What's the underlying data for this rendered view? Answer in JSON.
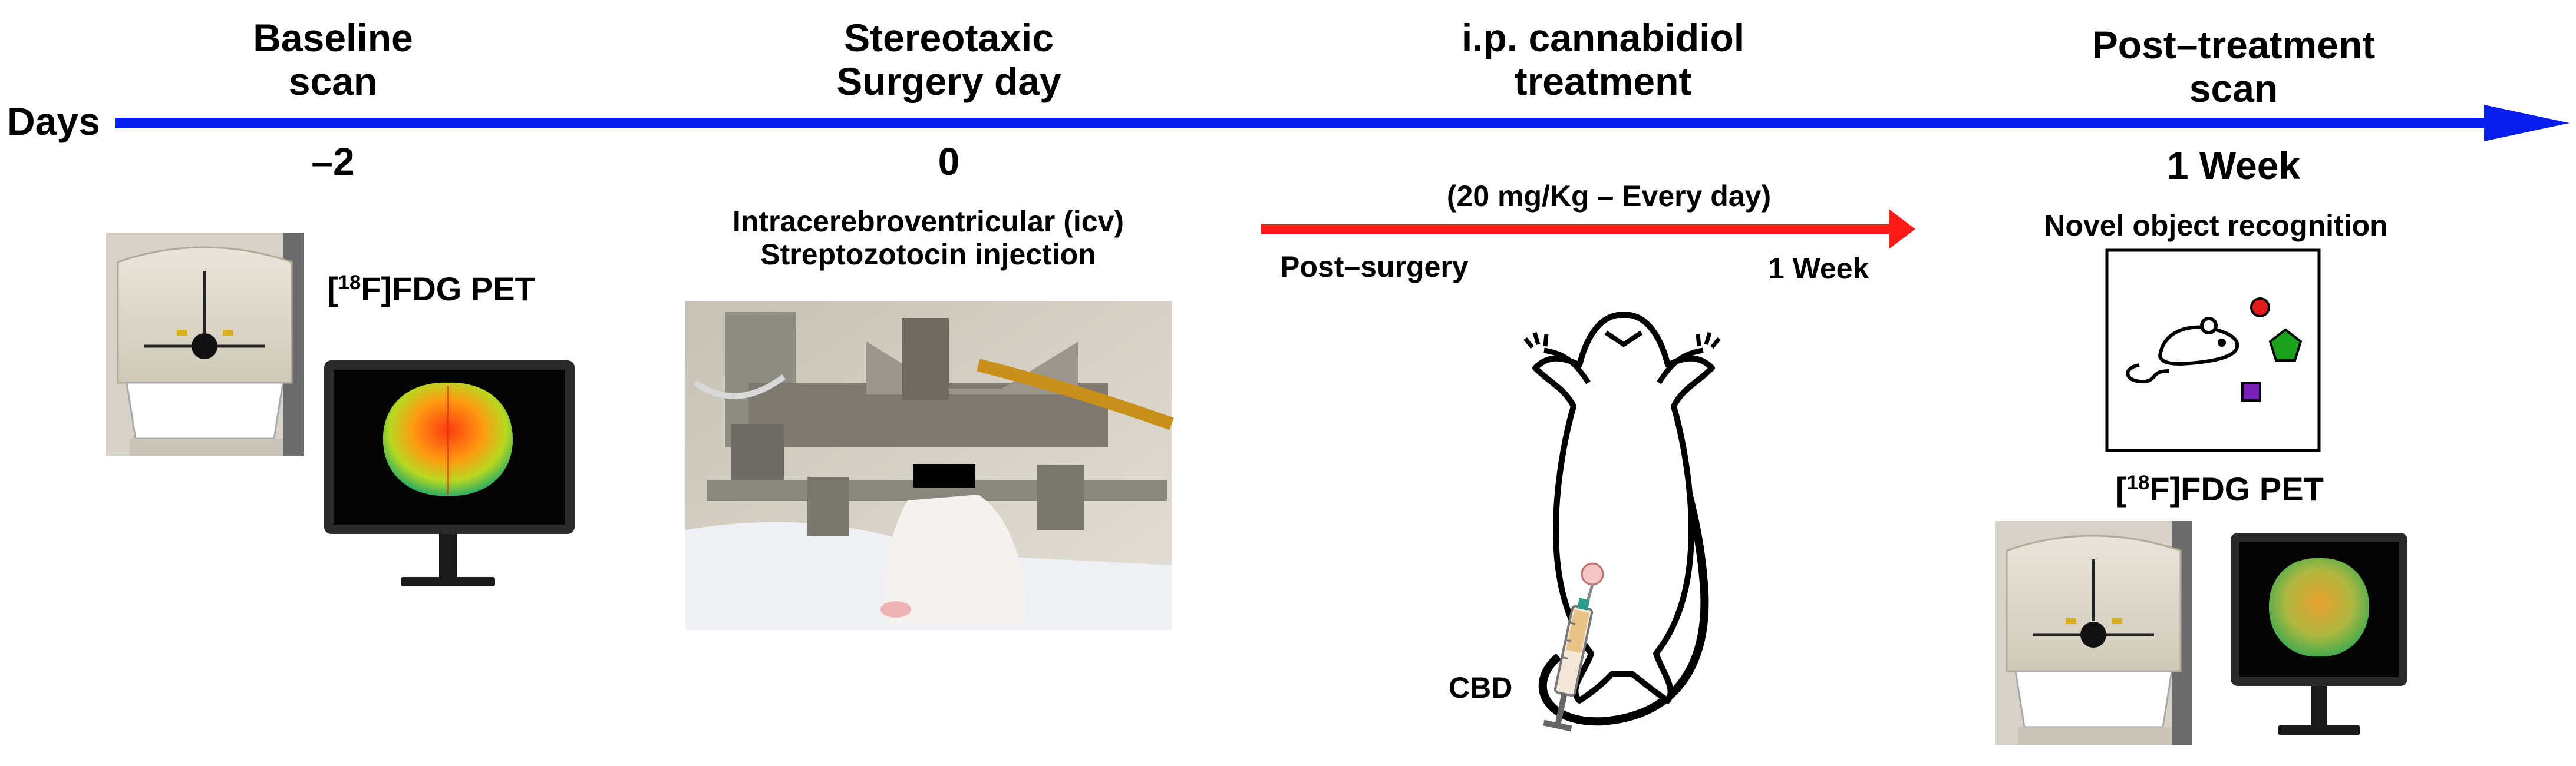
{
  "timeline": {
    "axis_label": "Days",
    "axis_color": "#0a1ef0",
    "stages": [
      {
        "title_line1": "Baseline",
        "title_line2": "scan",
        "day": "–2"
      },
      {
        "title_line1": "Stereotaxic",
        "title_line2": "Surgery day",
        "day": "0"
      },
      {
        "title_line1": "i.p. cannabidiol",
        "title_line2": "treatment",
        "day": ""
      },
      {
        "title_line1": "Post–treatment",
        "title_line2": "scan",
        "day": "1 Week"
      }
    ]
  },
  "baseline": {
    "pet_label_pre": "[",
    "pet_isotope": "18",
    "pet_label_post": "F]FDG PET"
  },
  "surgery": {
    "line1": "Intracerebroventricular (icv)",
    "line2": "Streptozotocin injection"
  },
  "treatment": {
    "dose": "(20 mg/Kg – Every day)",
    "start_label": "Post–surgery",
    "end_label": "1 Week",
    "drug_label": "CBD",
    "arrow_color": "#ff1a1a"
  },
  "post": {
    "test_label": "Novel object recognition",
    "pet_label_pre": "[",
    "pet_isotope": "18",
    "pet_label_post": "F]FDG PET",
    "object_colors": [
      "#e11b1b",
      "#1aa01a",
      "#7a1fb8"
    ]
  }
}
